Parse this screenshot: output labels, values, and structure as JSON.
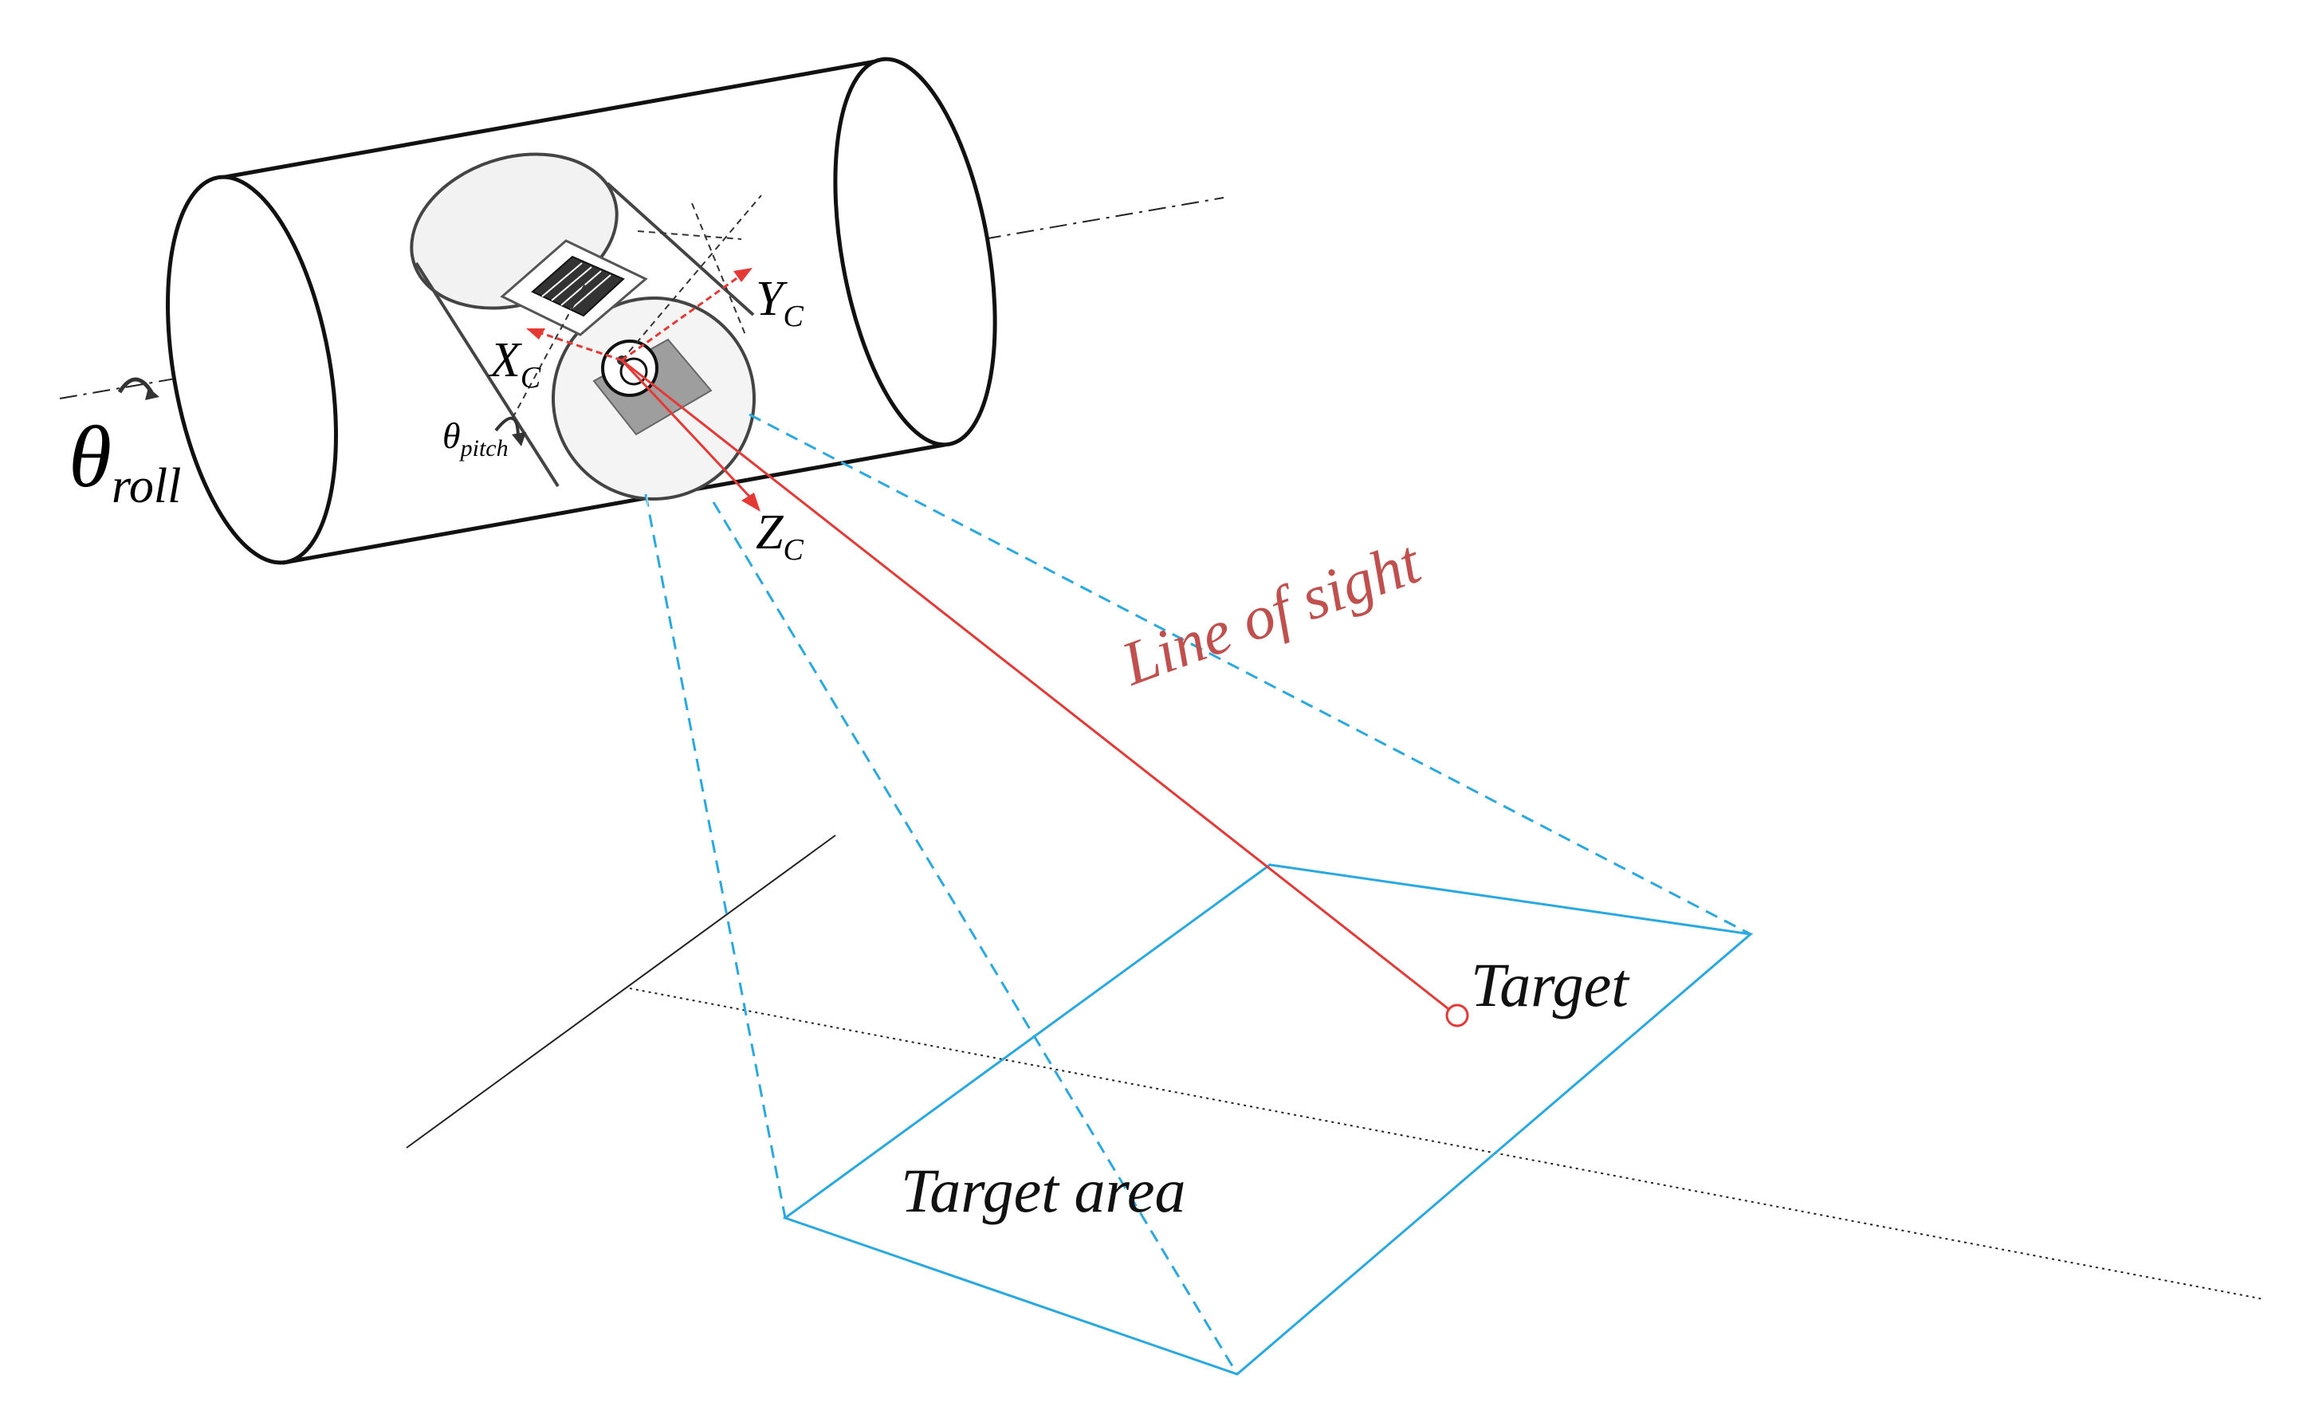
{
  "labels": {
    "roll_symbol": "θ",
    "roll_sub": "roll",
    "pitch_symbol": "θ",
    "pitch_sub": "pitch",
    "xc_main": "X",
    "xc_sub": "C",
    "yc_main": "Y",
    "yc_sub": "C",
    "zc_main": "Z",
    "zc_sub": "C",
    "line_of_sight": "Line of sight",
    "target": "Target",
    "target_area": "Target area"
  },
  "colors": {
    "outline": "#111111",
    "line_of_sight": "#e53935",
    "line_of_sight_text": "#c0504d",
    "field_of_view": "#29a9e0",
    "sensor_fill": "#9e9e9e"
  }
}
